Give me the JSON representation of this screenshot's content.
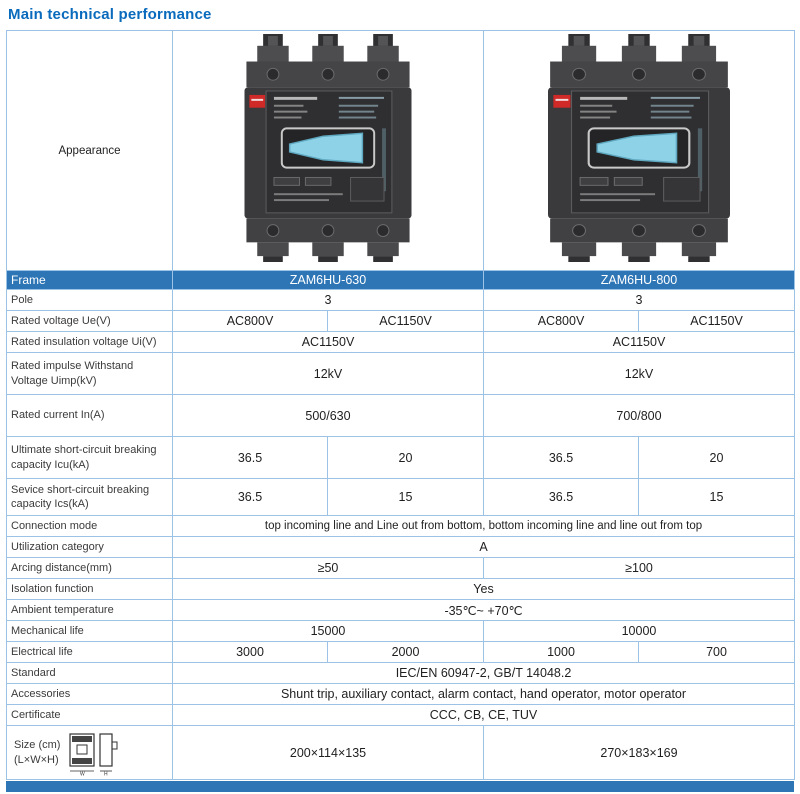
{
  "title": "Main technical performance",
  "colors": {
    "accent_blue": "#2e75b6",
    "title_blue": "#0a6bbd",
    "border_blue": "#9cc3e6",
    "handle_cyan": "#8ed2e8",
    "label_red": "#cf2a27"
  },
  "table": {
    "appearance": {
      "label": "Appearance"
    },
    "frame": {
      "label": "Frame",
      "model1": "ZAM6HU-630",
      "model2": "ZAM6HU-800"
    },
    "pole": {
      "label": "Pole",
      "v1": "3",
      "v2": "3"
    },
    "ue": {
      "label": "Rated voltage Ue(V)",
      "v1": "AC800V",
      "v2": "AC1150V",
      "v3": "AC800V",
      "v4": "AC1150V"
    },
    "ui": {
      "label": "Rated insulation voltage Ui(V)",
      "v1": "AC1150V",
      "v2": "AC1150V"
    },
    "uimp": {
      "label": "Rated  impulse Withstand Voltage Uimp(kV)",
      "v1": "12kV",
      "v2": "12kV"
    },
    "in_a": {
      "label": "Rated  current In(A)",
      "v1": "500/630",
      "v2": "700/800"
    },
    "icu": {
      "label": "Ultimate short-circuit breaking capacity Icu(kA)",
      "v1": "36.5",
      "v2": "20",
      "v3": "36.5",
      "v4": "20"
    },
    "ics": {
      "label": "Sevice short-circuit breaking capacity Ics(kA)",
      "v1": "36.5",
      "v2": "15",
      "v3": "36.5",
      "v4": "15"
    },
    "connection": {
      "label": "Connection mode",
      "value": "top incoming line and Line out from bottom, bottom incoming line and line out from top"
    },
    "utilization": {
      "label": "Utilization category",
      "value": "A"
    },
    "arcing": {
      "label": "Arcing distance(mm)",
      "v1": "≥50",
      "v2": "≥100"
    },
    "isolation": {
      "label": "Isolation function",
      "value": "Yes"
    },
    "ambient": {
      "label": "Ambient temperature",
      "value": "-35℃~ +70℃"
    },
    "mechanical": {
      "label": "Mechanical life",
      "v1": "15000",
      "v2": "10000"
    },
    "electrical": {
      "label": "Electrical life",
      "v1": "3000",
      "v2": "2000",
      "v3": "1000",
      "v4": "700"
    },
    "standard": {
      "label": "Standard",
      "value": "IEC/EN 60947-2,  GB/T 14048.2"
    },
    "accessories": {
      "label": "Accessories",
      "value": "Shunt trip, auxiliary contact, alarm contact, hand operator, motor operator"
    },
    "certificate": {
      "label": "Certificate",
      "value": "CCC,  CB,  CE,  TUV"
    },
    "size": {
      "label_line1": "Size (cm)",
      "label_line2": "(L×W×H)",
      "icon_w": "W",
      "icon_h": "H",
      "v1": "200×114×135",
      "v2": "270×183×169"
    }
  }
}
